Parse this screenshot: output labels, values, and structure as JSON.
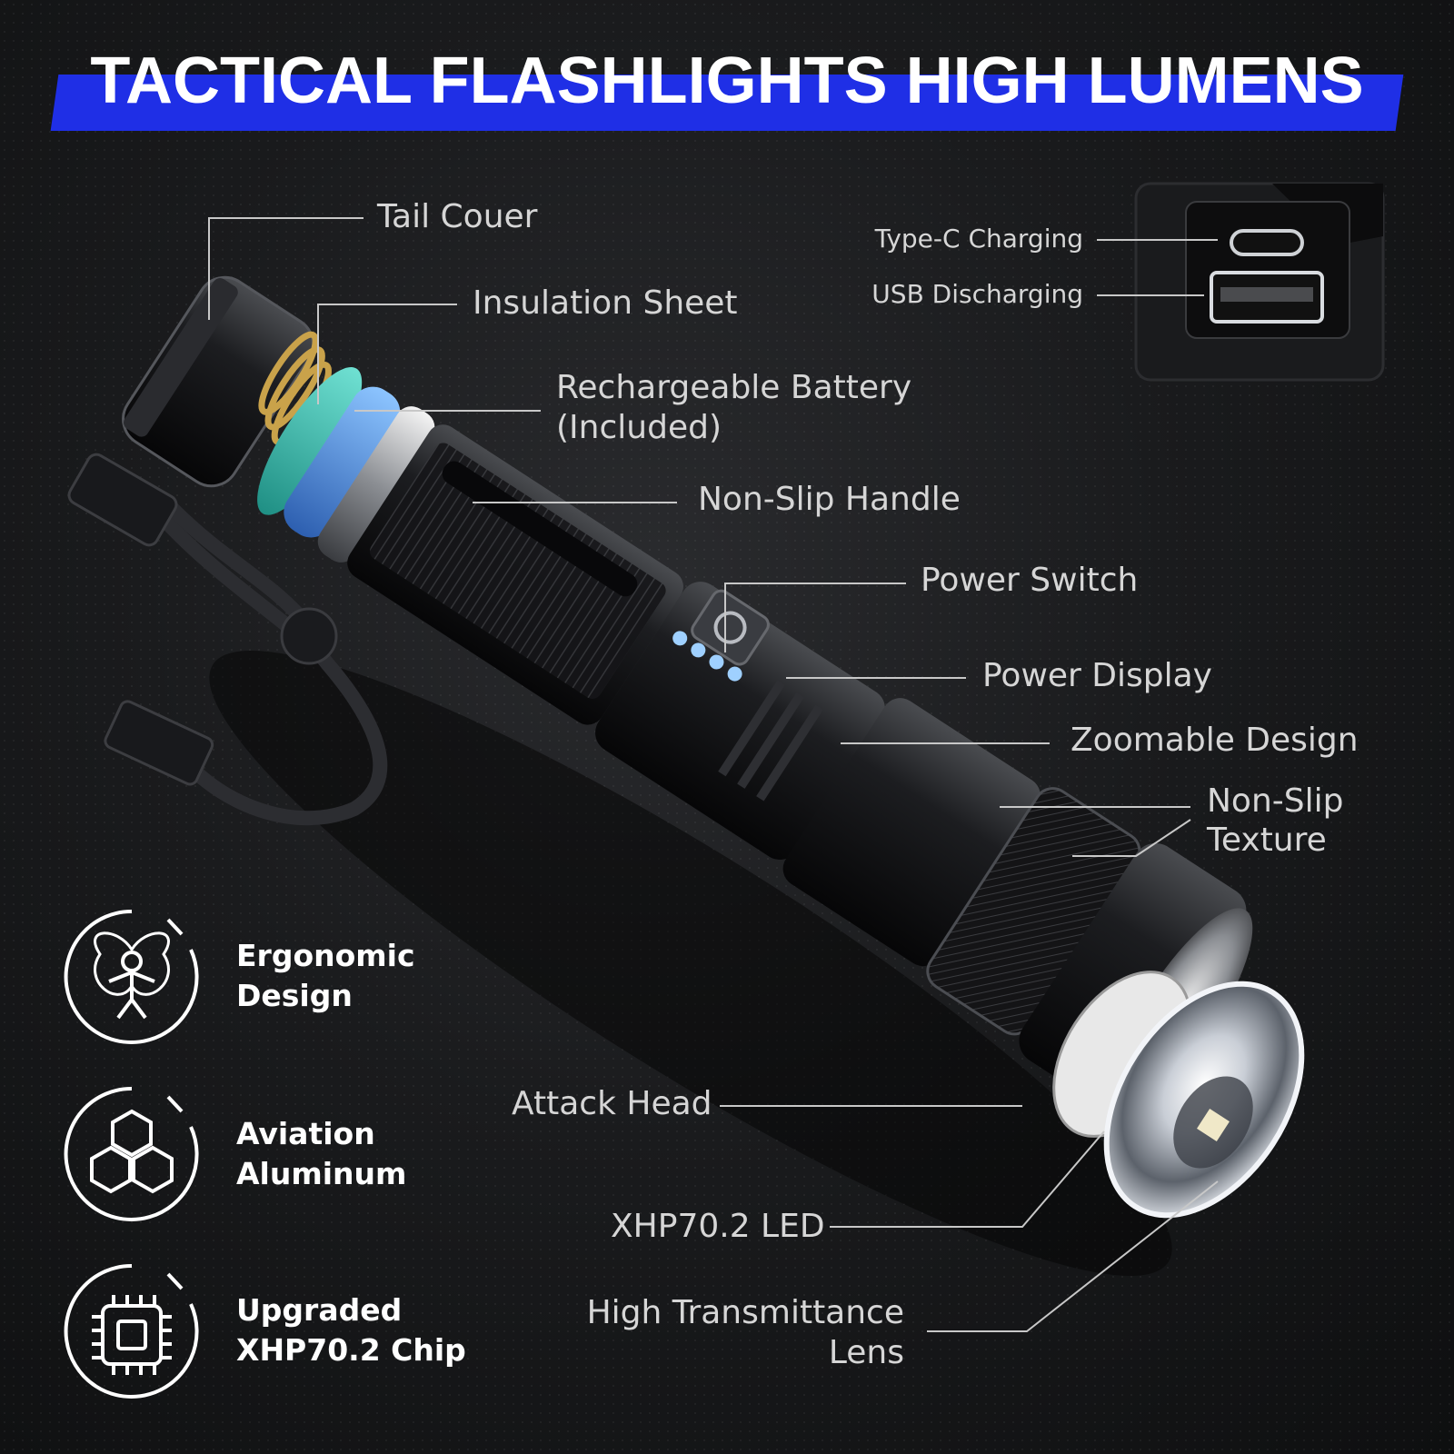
{
  "header": {
    "title": "TACTICAL FLASHLIGHTS HIGH LUMENS"
  },
  "colors": {
    "banner": "#1f2fe6",
    "label": "#d6d6d6",
    "leader": "#c8c8c8",
    "insulation": "#3ec7b8",
    "battery_ring": "#4a8de0",
    "indicator": "#9fd0ff"
  },
  "callouts": {
    "tail_cover": "Tail Couer",
    "insulation_sheet": "Insulation Sheet",
    "battery_line1": "Rechargeable Battery",
    "battery_line2": "(Included)",
    "non_slip_handle": "Non-Slip Handle",
    "power_switch": "Power Switch",
    "power_display": "Power Display",
    "zoomable_design": "Zoomable Design",
    "texture_line1": "Non-Slip",
    "texture_line2": "Texture",
    "attack_head": "Attack Head",
    "led": "XHP70.2 LED",
    "lens_line1": "High Transmittance",
    "lens_line2": "Lens"
  },
  "ports": {
    "type_c": "Type-C Charging",
    "usb": "USB Discharging"
  },
  "features": [
    {
      "icon": "ergonomic-icon",
      "line1": "Ergonomic",
      "line2": "Design"
    },
    {
      "icon": "hexagon-cluster-icon",
      "line1": "Aviation",
      "line2": "Aluminum"
    },
    {
      "icon": "chip-icon",
      "line1": "Upgraded",
      "line2": "XHP70.2 Chip"
    }
  ]
}
